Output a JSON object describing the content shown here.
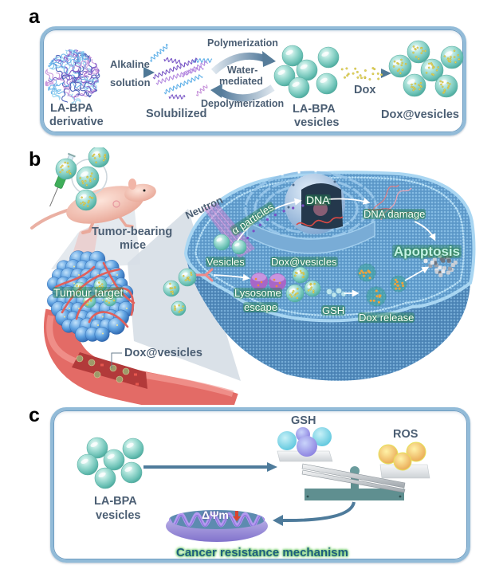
{
  "colors": {
    "box_border": "#92bbd8",
    "label_text": "#4b5e73",
    "cell_label_glow": "#2e8354",
    "resistance_text": "#1f5e7e",
    "resistance_glow": "#86d47f",
    "vesicle": "#8fd6cc",
    "dox": "#e0d45a",
    "vessel": "#e56f6b",
    "membrane": "#5f9bcb"
  },
  "panel_a": {
    "label": "a",
    "derivative_label": [
      "LA-BPA",
      "derivative"
    ],
    "alkaline_label": [
      "Alkaline",
      "solution"
    ],
    "solubilized_label": "Solubilized",
    "polymerization_label": "Polymerization",
    "water_mediated_label": [
      "Water-",
      "mediated"
    ],
    "depolymerization_label": "Depolymerization",
    "vesicles_label": [
      "LA-BPA",
      "vesicles"
    ],
    "dox_label": "Dox",
    "dox_vesicles_label": "Dox@vesicles"
  },
  "panel_b": {
    "label": "b",
    "mice_label": [
      "Tumor-bearing",
      "mice"
    ],
    "tumour_target_label": "Tumour target",
    "vessel_label": "Dox@vesicles",
    "neutron_label": "Neutron",
    "alpha_label": "α particles",
    "dna_label": "DNA",
    "dna_damage_label": "DNA damage",
    "apoptosis_label": "Apoptosis",
    "vesicles_label": "Vesicles",
    "dox_vesicles_label": "Dox@vesicles",
    "lysosome_label": [
      "Lysosome",
      "escape"
    ],
    "gsh_label": "GSH",
    "dox_release_label": "Dox release"
  },
  "panel_c": {
    "label": "c",
    "vesicles_label": [
      "LA-BPA",
      "vesicles"
    ],
    "gsh_label": "GSH",
    "ros_label": "ROS",
    "membrane_potential_label": "ΔΨm",
    "title": "Cancer resistance mechanism"
  }
}
